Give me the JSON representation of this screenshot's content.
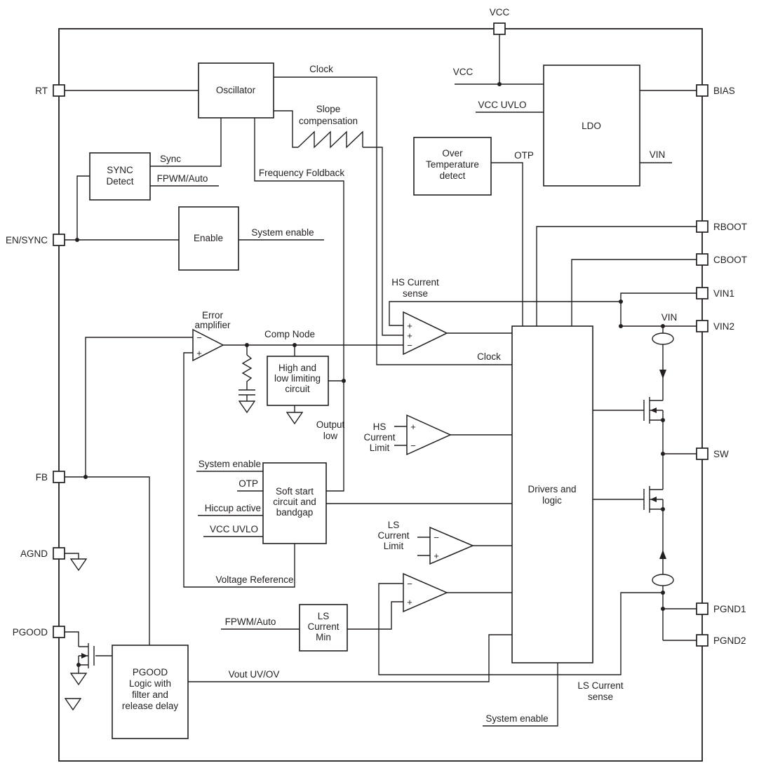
{
  "diagram": {
    "pins": {
      "vcc": "VCC",
      "rt": "RT",
      "en_sync": "EN/SYNC",
      "fb": "FB",
      "agnd": "AGND",
      "pgood": "PGOOD",
      "bias": "BIAS",
      "rboot": "RBOOT",
      "cboot": "CBOOT",
      "vin1": "VIN1",
      "vin2": "VIN2",
      "sw": "SW",
      "pgnd1": "PGND1",
      "pgnd2": "PGND2"
    },
    "blocks": {
      "oscillator": [
        "Oscillator"
      ],
      "sync_detect": [
        "SYNC",
        "Detect"
      ],
      "enable": [
        "Enable"
      ],
      "over_temp": [
        "Over",
        "Temperature",
        "detect"
      ],
      "ldo": [
        "LDO"
      ],
      "limiting": [
        "High and",
        "low limiting",
        "circuit"
      ],
      "soft_start": [
        "Soft start",
        "circuit and",
        "bandgap"
      ],
      "ls_current_min": [
        "LS",
        "Current",
        "Min"
      ],
      "pgood_logic": [
        "PGOOD",
        "Logic with",
        "filter and",
        "release delay"
      ],
      "drivers": [
        "Drivers and",
        "logic"
      ]
    },
    "signals": {
      "clock_osc": "Clock",
      "slope_comp": [
        "Slope",
        "compensation"
      ],
      "sync": "Sync",
      "fpwm_auto_sync": "FPWM/Auto",
      "frequency_foldback": "Frequency Foldback",
      "system_enable_en": "System enable",
      "vcc_ldo": "VCC",
      "vcc_uvlo_ldo": "VCC UVLO",
      "otp_otd": "OTP",
      "vin_ldo": "VIN",
      "hs_current_sense": [
        "HS Current",
        "sense"
      ],
      "error_amplifier": [
        "Error",
        "amplifier"
      ],
      "comp_node": "Comp Node",
      "clock_drivers": "Clock",
      "vin_right": "VIN",
      "output_low": [
        "Output",
        "low"
      ],
      "hs_current_limit": [
        "HS",
        "Current",
        "Limit"
      ],
      "system_enable_ss": "System enable",
      "otp_ss": "OTP",
      "hiccup_active": "Hiccup active",
      "vcc_uvlo_ss": "VCC UVLO",
      "voltage_reference": "Voltage Reference",
      "ls_current_limit": [
        "LS",
        "Current",
        "Limit"
      ],
      "fpwm_auto_ls": "FPWM/Auto",
      "vout_uv_ov": "Vout UV/OV",
      "ls_current_sense": [
        "LS Current",
        "sense"
      ],
      "system_enable_drv": "System enable"
    },
    "marks": {
      "plus": "+",
      "minus": "−"
    },
    "colors": {
      "line": "#231f20",
      "background": "#ffffff"
    }
  }
}
